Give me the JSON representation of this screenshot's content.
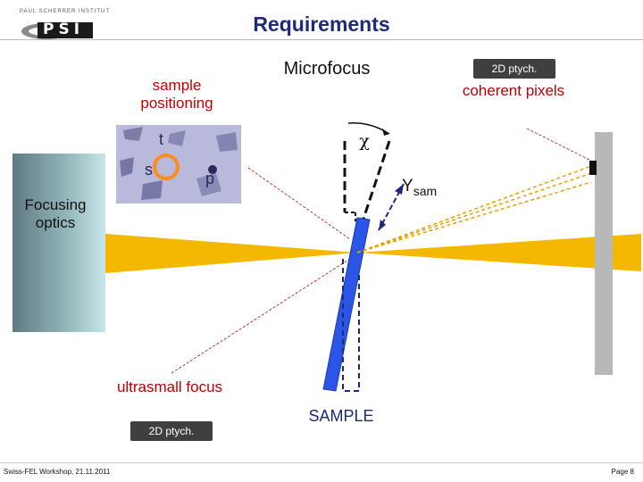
{
  "header": {
    "title": "Requirements",
    "logo_text": "PSI",
    "logo_subtext": "PAUL SCHERRER INSTITUT"
  },
  "labels": {
    "focusing_optics": "Focusing optics",
    "sample_positioning": "sample positioning",
    "microfocus": "Microfocus",
    "coherent_pixels": "coherent pixels",
    "ultrasmall_focus": "ultrasmall focus",
    "sample": "SAMPLE",
    "chi": "χ",
    "ysam_main": "Y",
    "ysam_sub": "sam"
  },
  "tags": {
    "top": "2D ptych.",
    "bottom": "2D ptych."
  },
  "micrograph_letters": {
    "t": "t",
    "s": "s",
    "p": "p"
  },
  "footer": {
    "left": "Swiss-FEL Workshop, 21.11.2011",
    "right": "Page 8"
  },
  "colors": {
    "beam": "#f5b800",
    "sample_plate": "#2b55e6",
    "highlight_label": "#c00000",
    "title": "#1e2a78",
    "ring": "#ff8c1a"
  }
}
